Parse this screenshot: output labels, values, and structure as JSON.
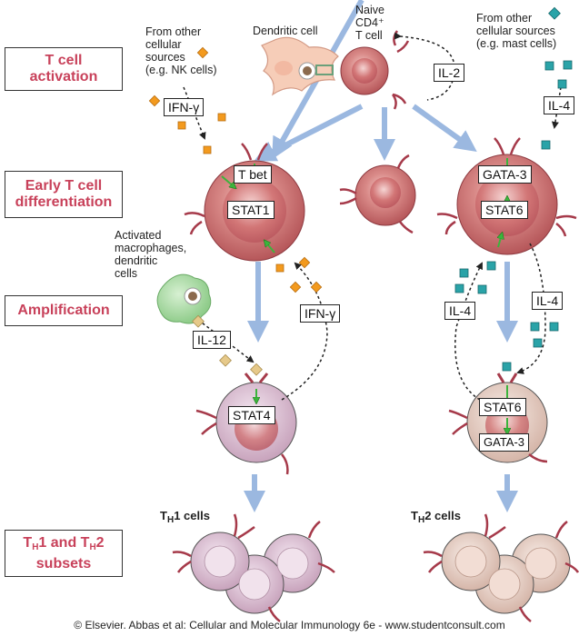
{
  "stages": [
    {
      "id": "activation",
      "lines": [
        "T cell",
        "activation"
      ]
    },
    {
      "id": "early",
      "lines": [
        "Early T cell",
        "differentiation"
      ]
    },
    {
      "id": "amplification",
      "lines": [
        "Amplification"
      ]
    },
    {
      "id": "subsets",
      "line1_parts": [
        "T",
        "H",
        "1 and T",
        "H",
        "2"
      ],
      "line2": "subsets"
    }
  ],
  "labels": {
    "nk_source": [
      "From other",
      "cellular",
      "sources",
      "(e.g. NK cells)"
    ],
    "dendritic_cell": "Dendritic cell",
    "naive_cell": [
      "Naive",
      "CD4⁺",
      "T cell"
    ],
    "mast_source": [
      "From other",
      "cellular sources",
      "(e.g. mast cells)"
    ],
    "macrophage_source": [
      "Activated",
      "macrophages,",
      "dendritic",
      "cells"
    ],
    "th1_cells": {
      "T": "T",
      "sub": "H",
      "rest": "1 cells"
    },
    "th2_cells": {
      "T": "T",
      "sub": "H",
      "rest": "2 cells"
    }
  },
  "boxes": {
    "ifn_gamma_top": "IFN-γ",
    "il2": "IL-2",
    "il4_top": "IL-4",
    "tbet": "T bet",
    "stat1": "STAT1",
    "gata3_early": "GATA-3",
    "stat6_early": "STAT6",
    "il12": "IL-12",
    "ifn_gamma_amp": "IFN-γ",
    "il4_left": "IL-4",
    "il4_right": "IL-4",
    "stat4": "STAT4",
    "stat6_amp": "STAT6",
    "gata3_amp": "GATA-3"
  },
  "colors": {
    "stage_text": "#c8415a",
    "flow_arrow": "#9bb8e0",
    "ifn_ligand": "#f39a1e",
    "il4_ligand": "#2aa3a8",
    "il12_ligand": "#e6c98a",
    "signal_arrow": "#3cb43c",
    "receptor": "#a63a4a"
  },
  "footer": "© Elsevier. Abbas et al: Cellular and Molecular Immunology 6e - www.studentconsult.com"
}
